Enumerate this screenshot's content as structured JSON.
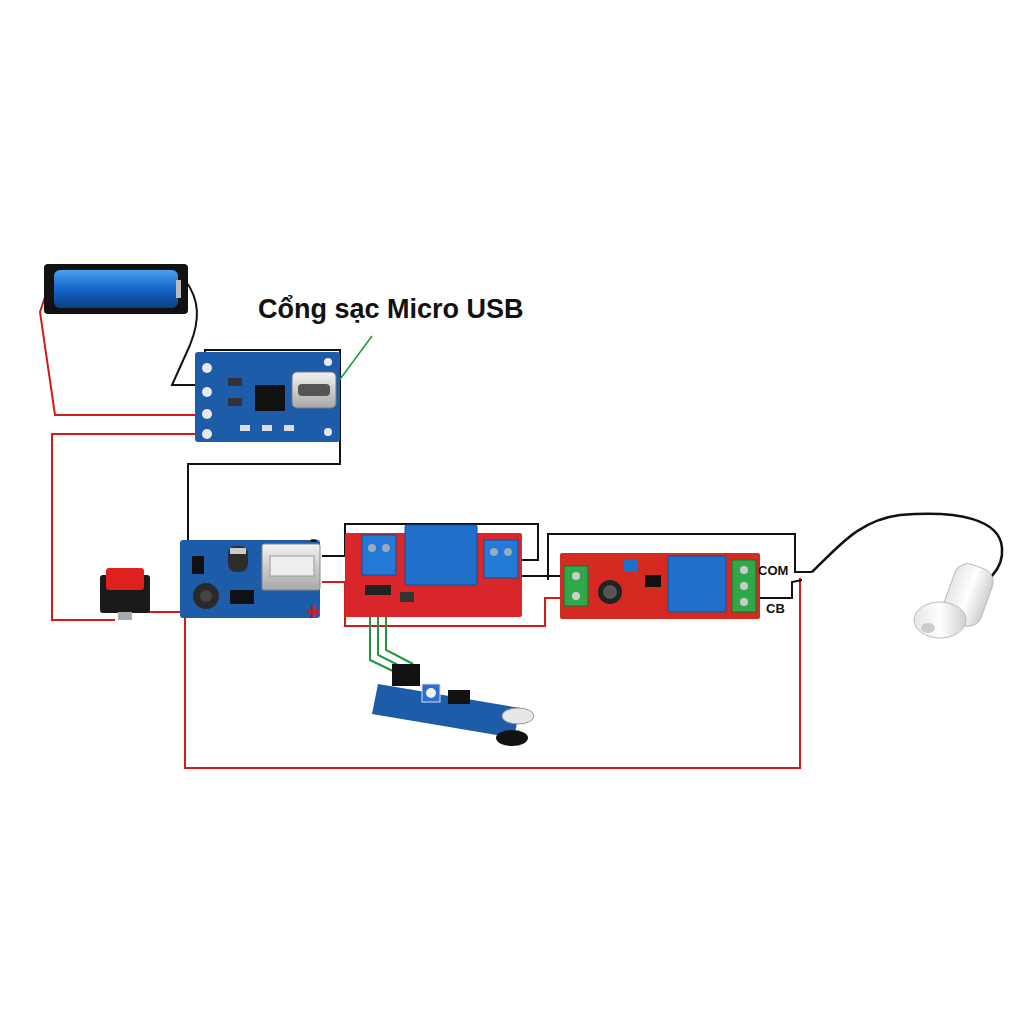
{
  "diagram": {
    "labels": [
      "Cổng sạc Micro USB",
      "-",
      "+",
      "COM",
      "CB"
    ]
  }
}
